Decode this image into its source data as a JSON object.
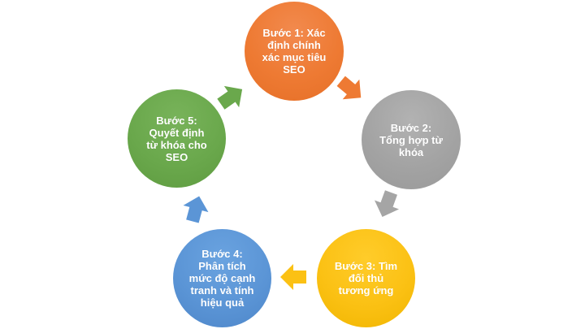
{
  "diagram": {
    "type": "cycle",
    "steps": [
      {
        "id": 1,
        "label": "Bước 1: Xác\nđịnh chính\nxác mục tiêu\nSEO",
        "color": "#ee7a33"
      },
      {
        "id": 2,
        "label": "Bước 2:\nTổng hợp từ\nkhóa",
        "color": "#a5a5a5"
      },
      {
        "id": 3,
        "label": "Bước 3: Tìm\nđối thủ\ntương ứng",
        "color": "#fbc114"
      },
      {
        "id": 4,
        "label": "Bước 4:\nPhân tích\nmức độ cạnh\ntranh và tính\nhiệu quả",
        "color": "#5b95d6"
      },
      {
        "id": 5,
        "label": "Bước 5:\nQuyết định\ntừ khóa cho\nSEO",
        "color": "#6aa84c"
      }
    ],
    "arrows": [
      {
        "from": 1,
        "to": 2,
        "color": "#ee7a33",
        "icon": "arrow-down-right-icon"
      },
      {
        "from": 2,
        "to": 3,
        "color": "#a5a5a5",
        "icon": "arrow-down-left-icon"
      },
      {
        "from": 3,
        "to": 4,
        "color": "#fbc114",
        "icon": "arrow-left-icon"
      },
      {
        "from": 4,
        "to": 5,
        "color": "#5b95d6",
        "icon": "arrow-up-icon"
      },
      {
        "from": 5,
        "to": 1,
        "color": "#6aa84c",
        "icon": "arrow-up-right-icon"
      }
    ]
  }
}
